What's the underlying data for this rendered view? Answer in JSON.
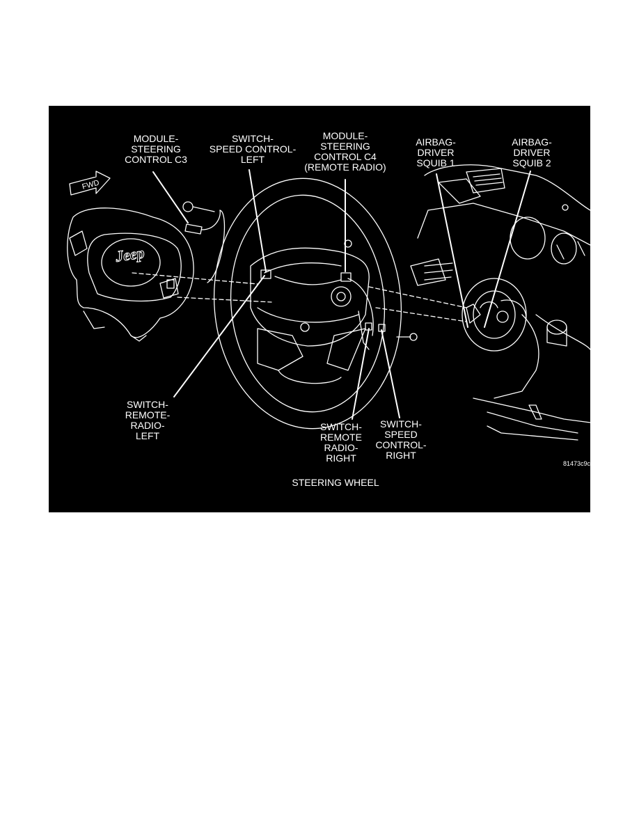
{
  "figure": {
    "caption": "STEERING WHEEL",
    "figure_id": "81473c9c",
    "fwd_label": "FWD",
    "logo_text": "Jeep",
    "colors": {
      "background": "#000000",
      "line": "#ffffff"
    },
    "callouts": [
      {
        "id": "module-steering-control-c3",
        "lines": [
          "MODULE-",
          "STEERING",
          "CONTROL C3"
        ]
      },
      {
        "id": "switch-speed-control-left",
        "lines": [
          "SWITCH-",
          "SPEED CONTROL-",
          "LEFT"
        ]
      },
      {
        "id": "module-steering-control-c4",
        "lines": [
          "MODULE-",
          "STEERING",
          "CONTROL C4",
          "(REMOTE RADIO)"
        ]
      },
      {
        "id": "airbag-driver-squib-1",
        "lines": [
          "AIRBAG-",
          "DRIVER",
          "SQUIB 1"
        ]
      },
      {
        "id": "airbag-driver-squib-2",
        "lines": [
          "AIRBAG-",
          "DRIVER",
          "SQUIB 2"
        ]
      },
      {
        "id": "switch-remote-radio-left",
        "lines": [
          "SWITCH-",
          "REMOTE-",
          "RADIO-",
          "LEFT"
        ]
      },
      {
        "id": "switch-remote-radio-right",
        "lines": [
          "SWITCH-",
          "REMOTE",
          "RADIO-",
          "RIGHT"
        ]
      },
      {
        "id": "switch-speed-control-right",
        "lines": [
          "SWITCH-",
          "SPEED",
          "CONTROL-",
          "RIGHT"
        ]
      }
    ]
  }
}
